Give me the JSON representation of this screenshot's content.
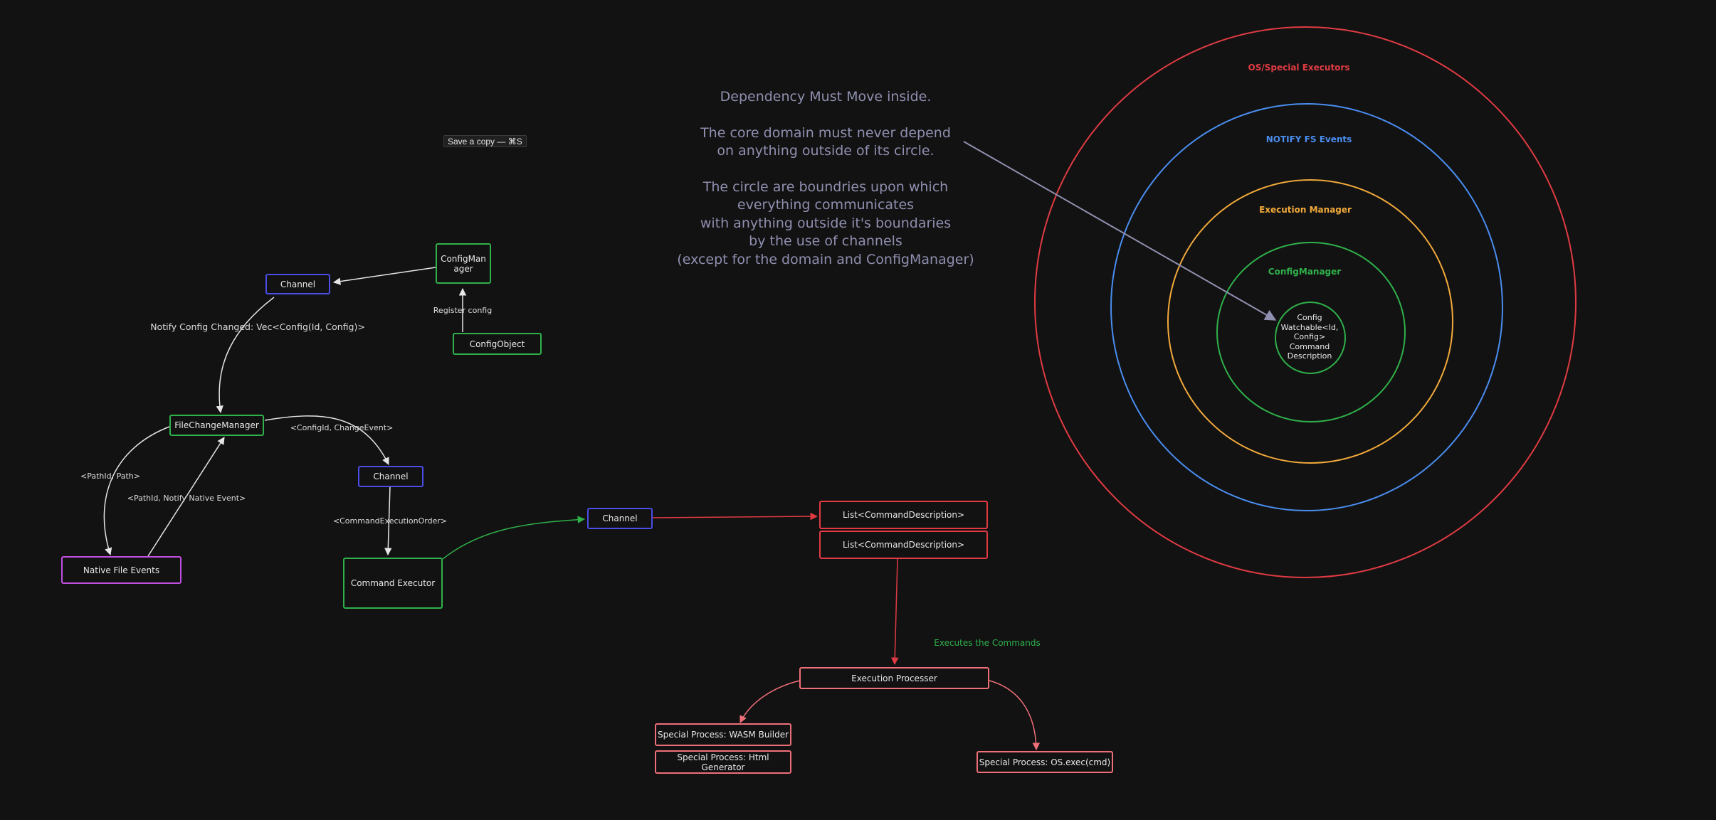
{
  "toolbar": {
    "save_copy": "Save a copy — ⌘S"
  },
  "note": {
    "paragraphs": [
      [
        "Dependency Must Move inside."
      ],
      [
        "The core domain must never depend",
        "on anything outside of its circle."
      ],
      [
        "The circle are boundries upon which",
        "everything communicates",
        "with anything outside it's boundaries",
        "by the use of channels",
        "(except for the domain and ConfigManager)"
      ]
    ]
  },
  "rings": {
    "outer": "OS/Special Executors",
    "notify": "NOTIFY FS Events",
    "execution": "Execution Manager",
    "config_manager": "ConfigManager",
    "center_lines": [
      "Config",
      "Watchable<Id,",
      "Config>",
      "Command",
      "Description"
    ]
  },
  "nodes": {
    "channel_top": "Channel",
    "config_manager": "ConfigMan\nager",
    "config_object": "ConfigObject",
    "file_change_manager": "FileChangeManager",
    "channel_mid": "Channel",
    "native_file_events": "Native File Events",
    "command_executor": "Command Executor",
    "channel_right": "Channel",
    "list_cmd_1": "List<CommandDescription>",
    "list_cmd_2": "List<CommandDescription>",
    "execution_processer": "Execution Processer",
    "wasm_builder": "Special Process: WASM Builder",
    "html_generator": "Special Process: Html Generator",
    "os_exec": "Special Process: OS.exec(cmd)"
  },
  "labels": {
    "register_config": "Register config",
    "notify_config_changed": "Notify Config Changed: Vec<Config(Id, Config)>",
    "configid_change_event": "<ConfigId, ChangeEvent>",
    "pathid_path": "<PathId, Path>",
    "pathid_notify": "<PathId, Notify Native Event>",
    "command_execution_order": "<CommandExecutionOrder>",
    "executes_commands": "Executes the Commands"
  },
  "colors": {
    "blue_channel": "#4a4de6",
    "green": "#2fb04a",
    "red": "#e03b43",
    "pink": "#ef6f78",
    "violet": "#c04fe0",
    "ring_blue": "#4a8df0",
    "ring_orange": "#f2a93b",
    "note": "#8f8fb0"
  }
}
